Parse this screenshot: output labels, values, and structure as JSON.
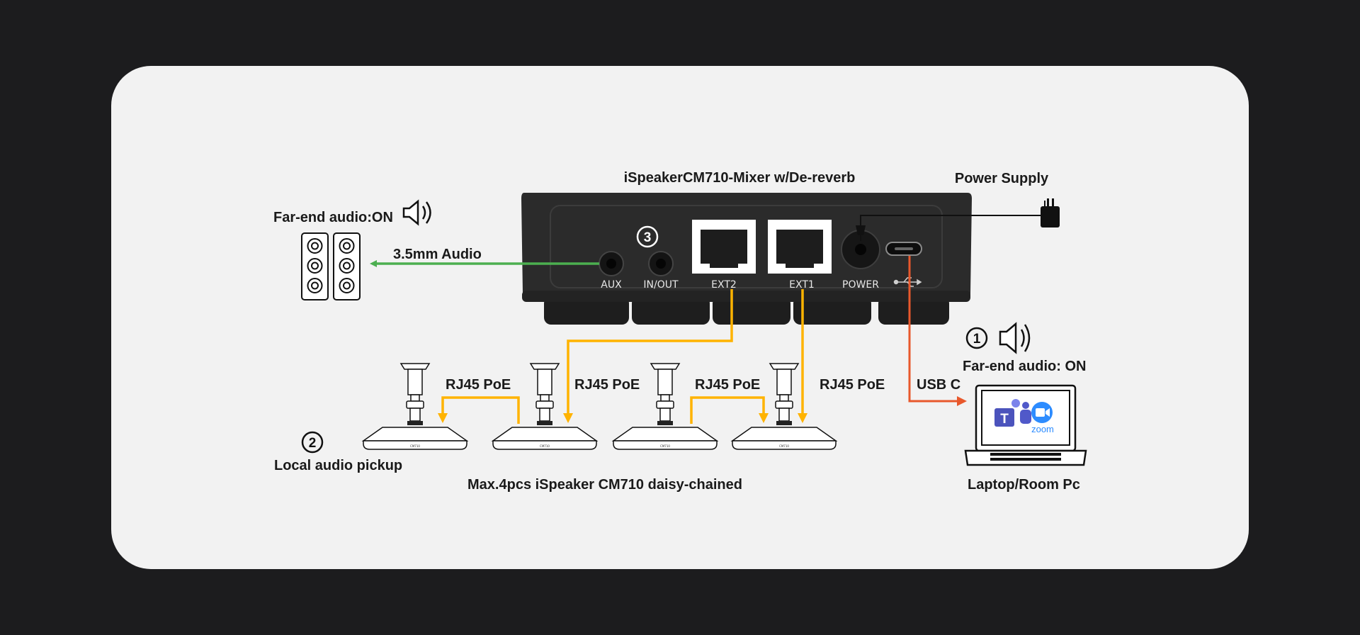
{
  "labels": {
    "mixer_title": "iSpeakerCM710-Mixer w/De-reverb",
    "power_supply": "Power Supply",
    "far_end_left": "Far-end audio:ON",
    "audio_35": "3.5mm Audio",
    "far_end_right": "Far-end audio: ON",
    "usb_c": "USB C",
    "laptop": "Laptop/Room Pc",
    "local_pickup": "Local audio pickup",
    "daisy_chain": "Max.4pcs iSpeaker CM710 daisy-chained",
    "rj45_1": "RJ45 PoE",
    "rj45_2": "RJ45 PoE",
    "rj45_3": "RJ45 PoE",
    "rj45_4": "RJ45 PoE"
  },
  "ports": {
    "aux": "AUX",
    "inout": "IN/OUT",
    "ext2": "EXT2",
    "ext1": "EXT1",
    "power": "POWER"
  },
  "steps": {
    "one": "1",
    "two": "2",
    "three": "3"
  },
  "apps": {
    "zoom": "zoom",
    "teams": "T"
  },
  "speaker_brand": "CM710",
  "colors": {
    "audio_line": "#4caf50",
    "poe_line": "#ffb300",
    "usb_line": "#e8582c",
    "device_body": "#2b2b2b",
    "background": "#1c1c1e",
    "card": "#f2f2f2"
  }
}
